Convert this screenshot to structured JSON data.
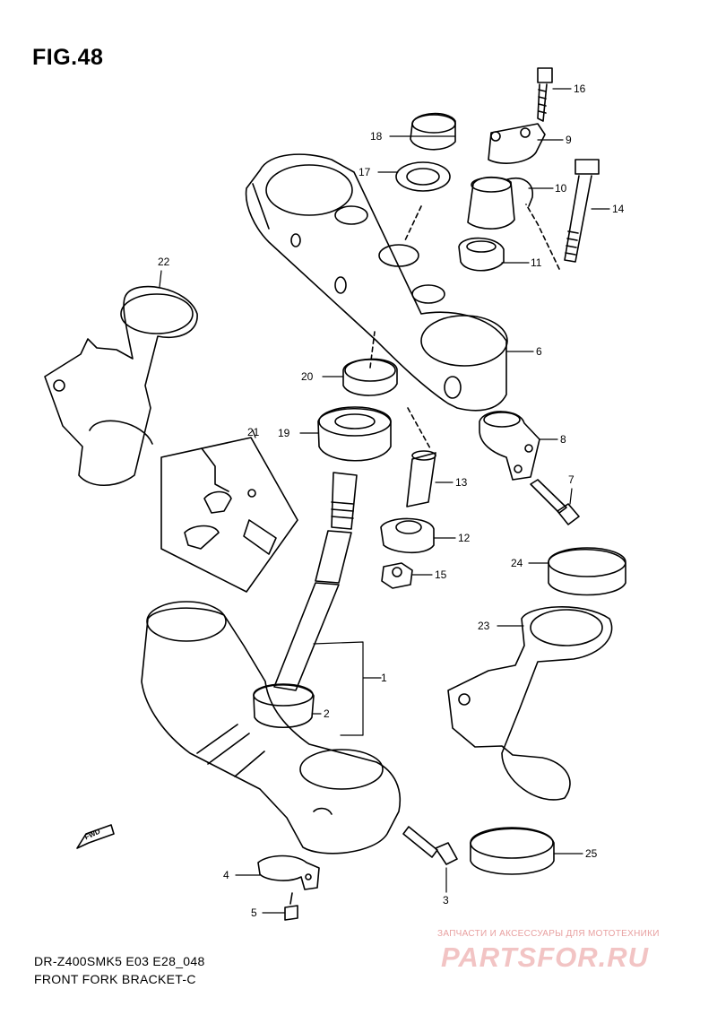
{
  "figure_title": "FIG.48",
  "model_code": "DR-Z400SMK5 E03 E28_048",
  "section_name": "FRONT FORK BRACKET-C",
  "fwd_mark": "FWD",
  "watermark": {
    "line1": "ЗАПЧАСТИ И АКСЕССУАРЫ ДЛЯ МОТОТЕХНИКИ",
    "line2": "PARTSFOR.RU"
  },
  "callouts": [
    "1",
    "2",
    "3",
    "4",
    "5",
    "6",
    "7",
    "8",
    "9",
    "10",
    "11",
    "12",
    "13",
    "14",
    "15",
    "16",
    "17",
    "18",
    "19",
    "20",
    "21",
    "22",
    "23",
    "24",
    "25"
  ]
}
